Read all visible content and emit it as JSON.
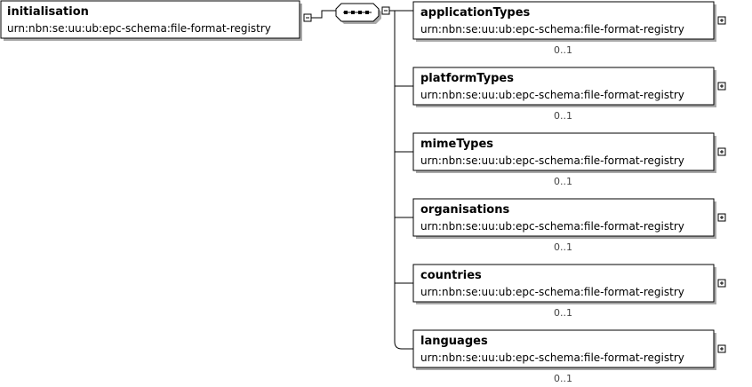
{
  "root": {
    "name": "initialisation",
    "namespace": "urn:nbn:se:uu:ub:epc-schema:file-format-registry"
  },
  "children": [
    {
      "name": "applicationTypes",
      "namespace": "urn:nbn:se:uu:ub:epc-schema:file-format-registry",
      "cardinality": "0..1"
    },
    {
      "name": "platformTypes",
      "namespace": "urn:nbn:se:uu:ub:epc-schema:file-format-registry",
      "cardinality": "0..1"
    },
    {
      "name": "mimeTypes",
      "namespace": "urn:nbn:se:uu:ub:epc-schema:file-format-registry",
      "cardinality": "0..1"
    },
    {
      "name": "organisations",
      "namespace": "urn:nbn:se:uu:ub:epc-schema:file-format-registry",
      "cardinality": "0..1"
    },
    {
      "name": "countries",
      "namespace": "urn:nbn:se:uu:ub:epc-schema:file-format-registry",
      "cardinality": "0..1"
    },
    {
      "name": "languages",
      "namespace": "urn:nbn:se:uu:ub:epc-schema:file-format-registry",
      "cardinality": "0..1"
    }
  ]
}
